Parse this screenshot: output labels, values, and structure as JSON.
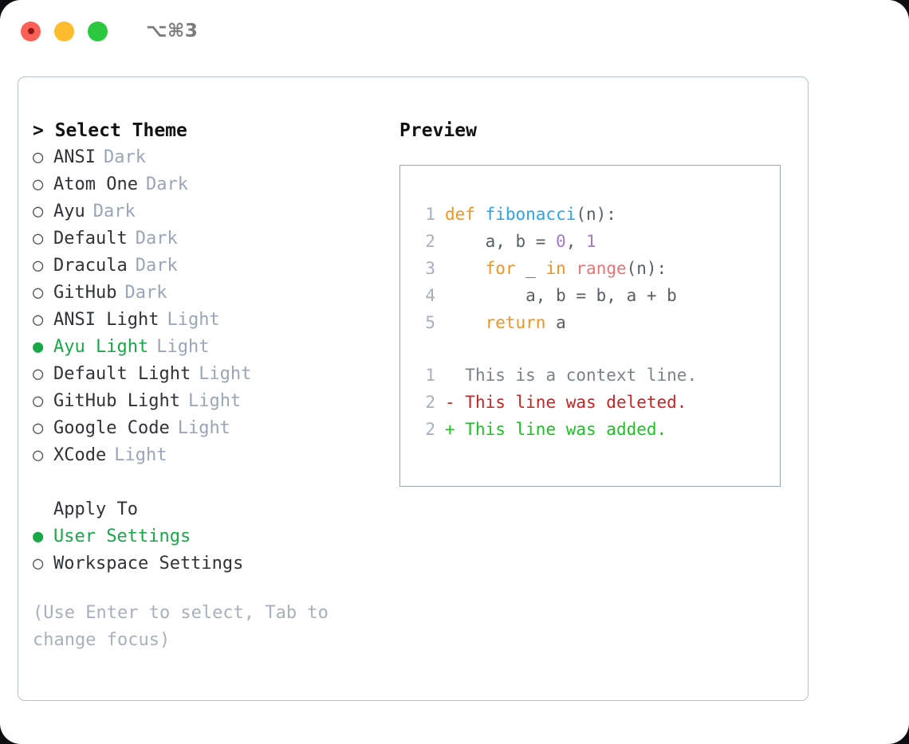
{
  "titlebar": {
    "shortcut": "⌥⌘3",
    "buttons": [
      "close",
      "minimize",
      "maximize"
    ]
  },
  "colors": {
    "accent_green": "#18a848",
    "tag_gray": "#9aa5b8",
    "hint_gray": "#a8b0bd",
    "border": "#b9c2ce",
    "preview_border": "#9aa8bd",
    "kw_orange": "#f2941c",
    "fn_blue": "#2aa3f0",
    "num_purple": "#a37acc",
    "call_red": "#f07171",
    "diff_del": "#cc2222",
    "diff_add": "#18c520"
  },
  "theme_picker": {
    "heading": "Select Theme",
    "heading_prefix": "> ",
    "marker_selected": "●",
    "marker_unselected": "○",
    "items": [
      {
        "label": "ANSI",
        "tag": "Dark",
        "selected": false
      },
      {
        "label": "Atom One",
        "tag": "Dark",
        "selected": false
      },
      {
        "label": "Ayu",
        "tag": "Dark",
        "selected": false
      },
      {
        "label": "Default",
        "tag": "Dark",
        "selected": false
      },
      {
        "label": "Dracula",
        "tag": "Dark",
        "selected": false
      },
      {
        "label": "GitHub",
        "tag": "Dark",
        "selected": false
      },
      {
        "label": "ANSI Light",
        "tag": "Light",
        "selected": false
      },
      {
        "label": "Ayu Light",
        "tag": "Light",
        "selected": true
      },
      {
        "label": "Default Light",
        "tag": "Light",
        "selected": false
      },
      {
        "label": "GitHub Light",
        "tag": "Light",
        "selected": false
      },
      {
        "label": "Google Code",
        "tag": "Light",
        "selected": false
      },
      {
        "label": "XCode",
        "tag": "Light",
        "selected": false
      }
    ]
  },
  "apply_to": {
    "heading": "Apply To",
    "items": [
      {
        "label": "User Settings",
        "selected": true
      },
      {
        "label": "Workspace Settings",
        "selected": false
      }
    ]
  },
  "hint": "(Use Enter to select, Tab to change focus)",
  "preview": {
    "title": "Preview",
    "code_lines": [
      {
        "lineno": "1",
        "tokens": [
          {
            "text": "def ",
            "type": "kw"
          },
          {
            "text": "fibonacci",
            "type": "fn"
          },
          {
            "text": "(n):",
            "type": "pln"
          }
        ]
      },
      {
        "lineno": "2",
        "tokens": [
          {
            "text": "    a, b = ",
            "type": "pln"
          },
          {
            "text": "0",
            "type": "num"
          },
          {
            "text": ", ",
            "type": "pln"
          },
          {
            "text": "1",
            "type": "num"
          }
        ]
      },
      {
        "lineno": "3",
        "tokens": [
          {
            "text": "    ",
            "type": "pln"
          },
          {
            "text": "for",
            "type": "kw"
          },
          {
            "text": " _ ",
            "type": "pln"
          },
          {
            "text": "in",
            "type": "kw"
          },
          {
            "text": " ",
            "type": "pln"
          },
          {
            "text": "range",
            "type": "call"
          },
          {
            "text": "(n):",
            "type": "pln"
          }
        ]
      },
      {
        "lineno": "4",
        "tokens": [
          {
            "text": "        a, b = b, a + b",
            "type": "pln"
          }
        ]
      },
      {
        "lineno": "5",
        "tokens": [
          {
            "text": "    ",
            "type": "pln"
          },
          {
            "text": "return",
            "type": "kw"
          },
          {
            "text": " a",
            "type": "pln"
          }
        ]
      }
    ],
    "diff_lines": [
      {
        "lineno": "1",
        "sign": "  ",
        "text": "This is a context line.",
        "type": "ctx"
      },
      {
        "lineno": "2",
        "sign": "- ",
        "text": "This line was deleted.",
        "type": "del"
      },
      {
        "lineno": "2",
        "sign": "+ ",
        "text": "This line was added.",
        "type": "add"
      }
    ]
  }
}
